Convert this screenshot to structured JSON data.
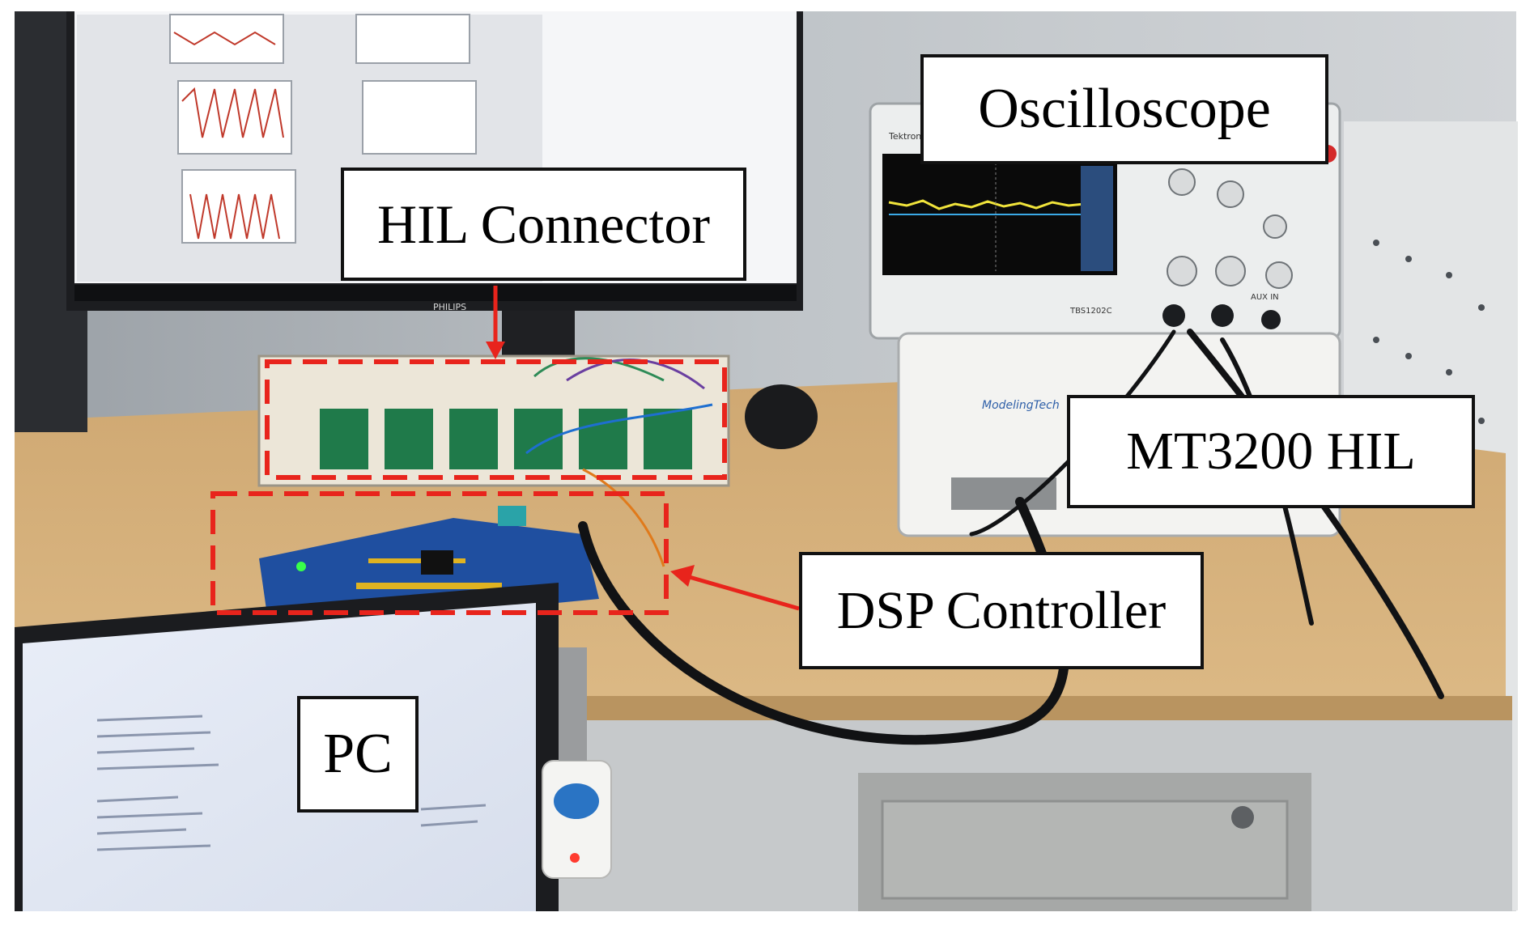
{
  "labels": {
    "oscilloscope": "Oscilloscope",
    "hil_connector": "HIL Connector",
    "mt3200_hil": "MT3200 HIL",
    "dsp_controller": "DSP Controller",
    "pc": "PC"
  },
  "device_text": {
    "monitor_brand": "PHILIPS",
    "scope_brand": "Tektronix",
    "scope_model": "TBS1202C",
    "hil_brand": "ModelingTech",
    "aux_label": "AUX IN"
  },
  "colors": {
    "highlight_red": "#e8241c",
    "label_border": "#111111",
    "pcb_blue": "#1f4fa0",
    "terminal_green": "#1f7a4a",
    "desk_wood": "#d5b078",
    "wall_gray": "#c8cccf"
  }
}
